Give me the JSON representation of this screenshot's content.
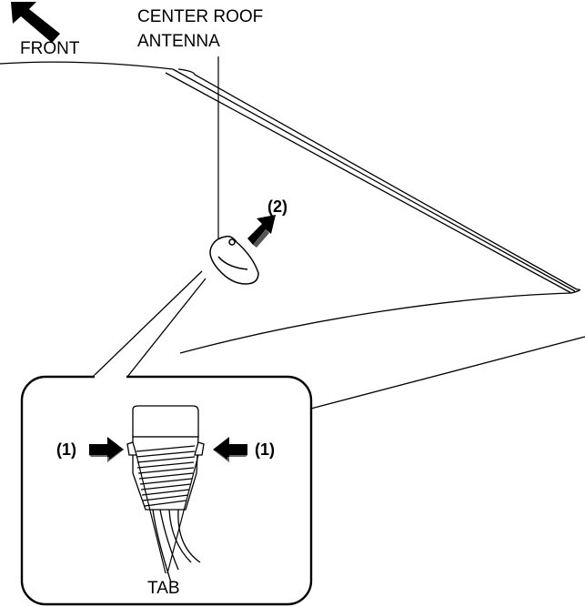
{
  "labels": {
    "front": "FRONT",
    "antenna_line1": "CENTER ROOF",
    "antenna_line2": "ANTENNA",
    "step2": "(2)",
    "step1_left": "(1)",
    "step1_right": "(1)",
    "tab": "TAB"
  },
  "colors": {
    "line": "#000000",
    "background": "#ffffff"
  },
  "icons": [
    "front-direction-arrow-icon",
    "remove-direction-arrow-icon",
    "press-arrow-icon"
  ]
}
